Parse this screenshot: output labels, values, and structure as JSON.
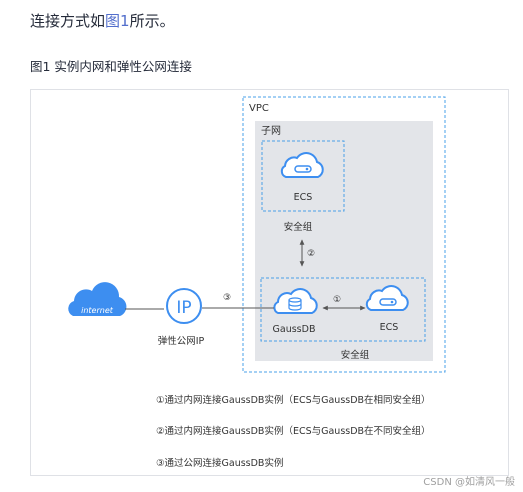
{
  "intro": {
    "prefix": "连接方式如",
    "link": "图1",
    "suffix": "所示。"
  },
  "figure_caption": "图1 实例内网和弹性公网连接",
  "diagram": {
    "vpc_label": "VPC",
    "subnet_label": "子网",
    "ecs_top_label": "ECS",
    "security_group_top_label": "安全组",
    "gaussdb_label": "GaussDB",
    "ecs_right_label": "ECS",
    "security_group_bottom_label": "安全组",
    "internet_label": "internet",
    "eip_glyph": "IP",
    "eip_label": "弹性公网IP",
    "marker_1": "①",
    "marker_2": "②",
    "marker_3": "③"
  },
  "notes": [
    "①通过内网连接GaussDB实例（ECS与GaussDB在相同安全组）",
    "②通过内网连接GaussDB实例（ECS与GaussDB在不同安全组）",
    "③通过公网连接GaussDB实例"
  ],
  "watermark": "CSDN @如清风一般",
  "colors": {
    "icon_blue": "#3d8ef0",
    "link_blue": "#526ecc",
    "subnet_fill": "#e3e5e9",
    "dashed_border": "#4aa0e8",
    "arrow": "#555555"
  }
}
